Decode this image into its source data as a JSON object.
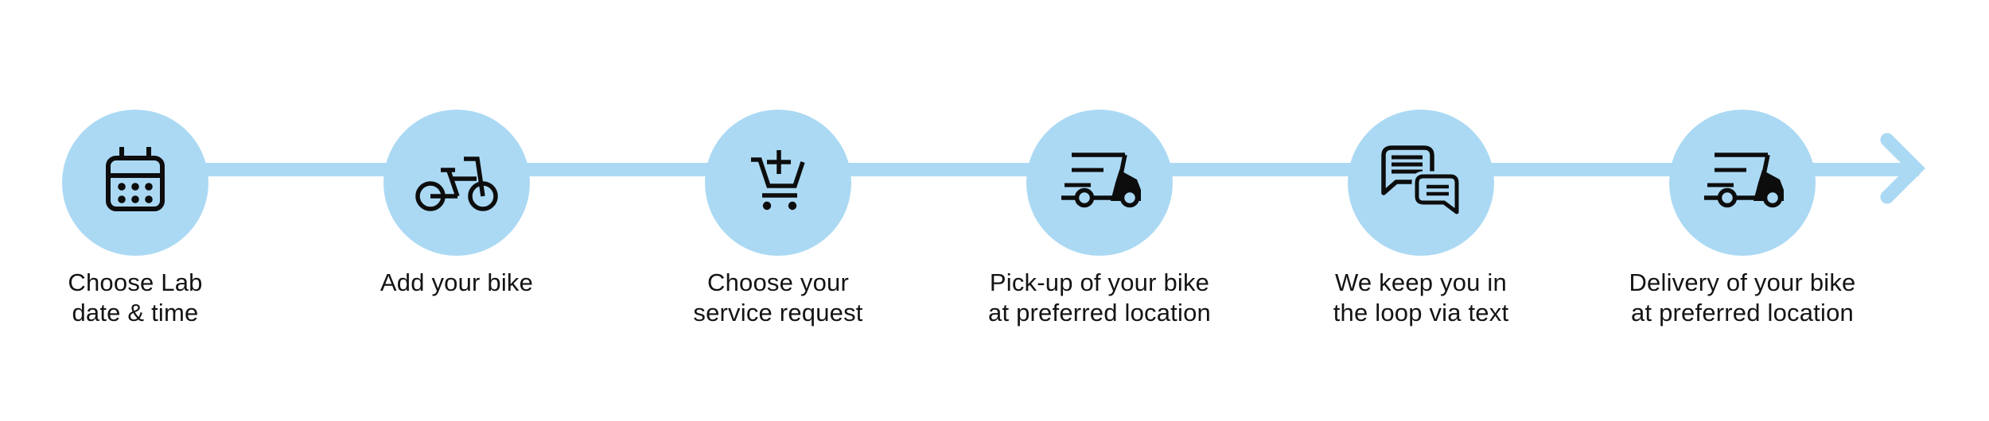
{
  "page": {
    "background_color": "#ffffff"
  },
  "flow": {
    "accent_color": "#abd9f4",
    "icon_color": "#0d0d0d",
    "text_color": "#141414",
    "steps": [
      {
        "icon": "calendar-icon",
        "label": "Choose Lab\ndate & time"
      },
      {
        "icon": "bicycle-icon",
        "label": "Add your bike"
      },
      {
        "icon": "cart-add-icon",
        "label": "Choose your\nservice request"
      },
      {
        "icon": "delivery-truck-icon",
        "label": "Pick-up of your bike\nat preferred location"
      },
      {
        "icon": "chat-messages-icon",
        "label": "We keep you in\nthe loop via text"
      },
      {
        "icon": "delivery-truck-icon",
        "label": "Delivery of your bike\nat preferred location"
      }
    ],
    "arrow_icon": "arrow-right-icon"
  }
}
